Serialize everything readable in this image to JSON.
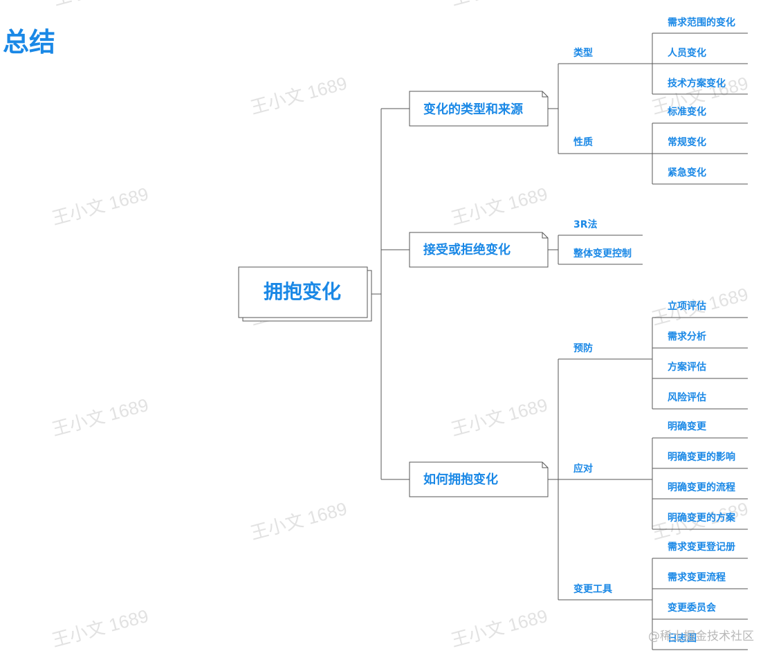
{
  "page_title": "总结",
  "watermark_text": "王小文 1689",
  "footer_text": "@稀土掘金技术社区",
  "accent_color": "#1a88e6",
  "mindmap": {
    "root": "拥抱变化",
    "branches": [
      {
        "label": "变化的类型和来源",
        "groups": [
          {
            "label": "类型",
            "items": [
              "需求范围的变化",
              "人员变化",
              "技术方案变化"
            ]
          },
          {
            "label": "性质",
            "items": [
              "标准变化",
              "常规变化",
              "紧急变化"
            ]
          }
        ]
      },
      {
        "label": "接受或拒绝变化",
        "groups": [
          {
            "label": "3R法",
            "items": []
          },
          {
            "label": "整体变更控制",
            "items": []
          }
        ]
      },
      {
        "label": "如何拥抱变化",
        "groups": [
          {
            "label": "预防",
            "items": [
              "立项评估",
              "需求分析",
              "方案评估",
              "风险评估"
            ]
          },
          {
            "label": "应对",
            "items": [
              "明确变更",
              "明确变更的影响",
              "明确变更的流程",
              "明确变更的方案"
            ]
          },
          {
            "label": "变更工具",
            "items": [
              "需求变更登记册",
              "需求变更流程",
              "变更委员会",
              "日志图"
            ]
          }
        ]
      }
    ]
  }
}
